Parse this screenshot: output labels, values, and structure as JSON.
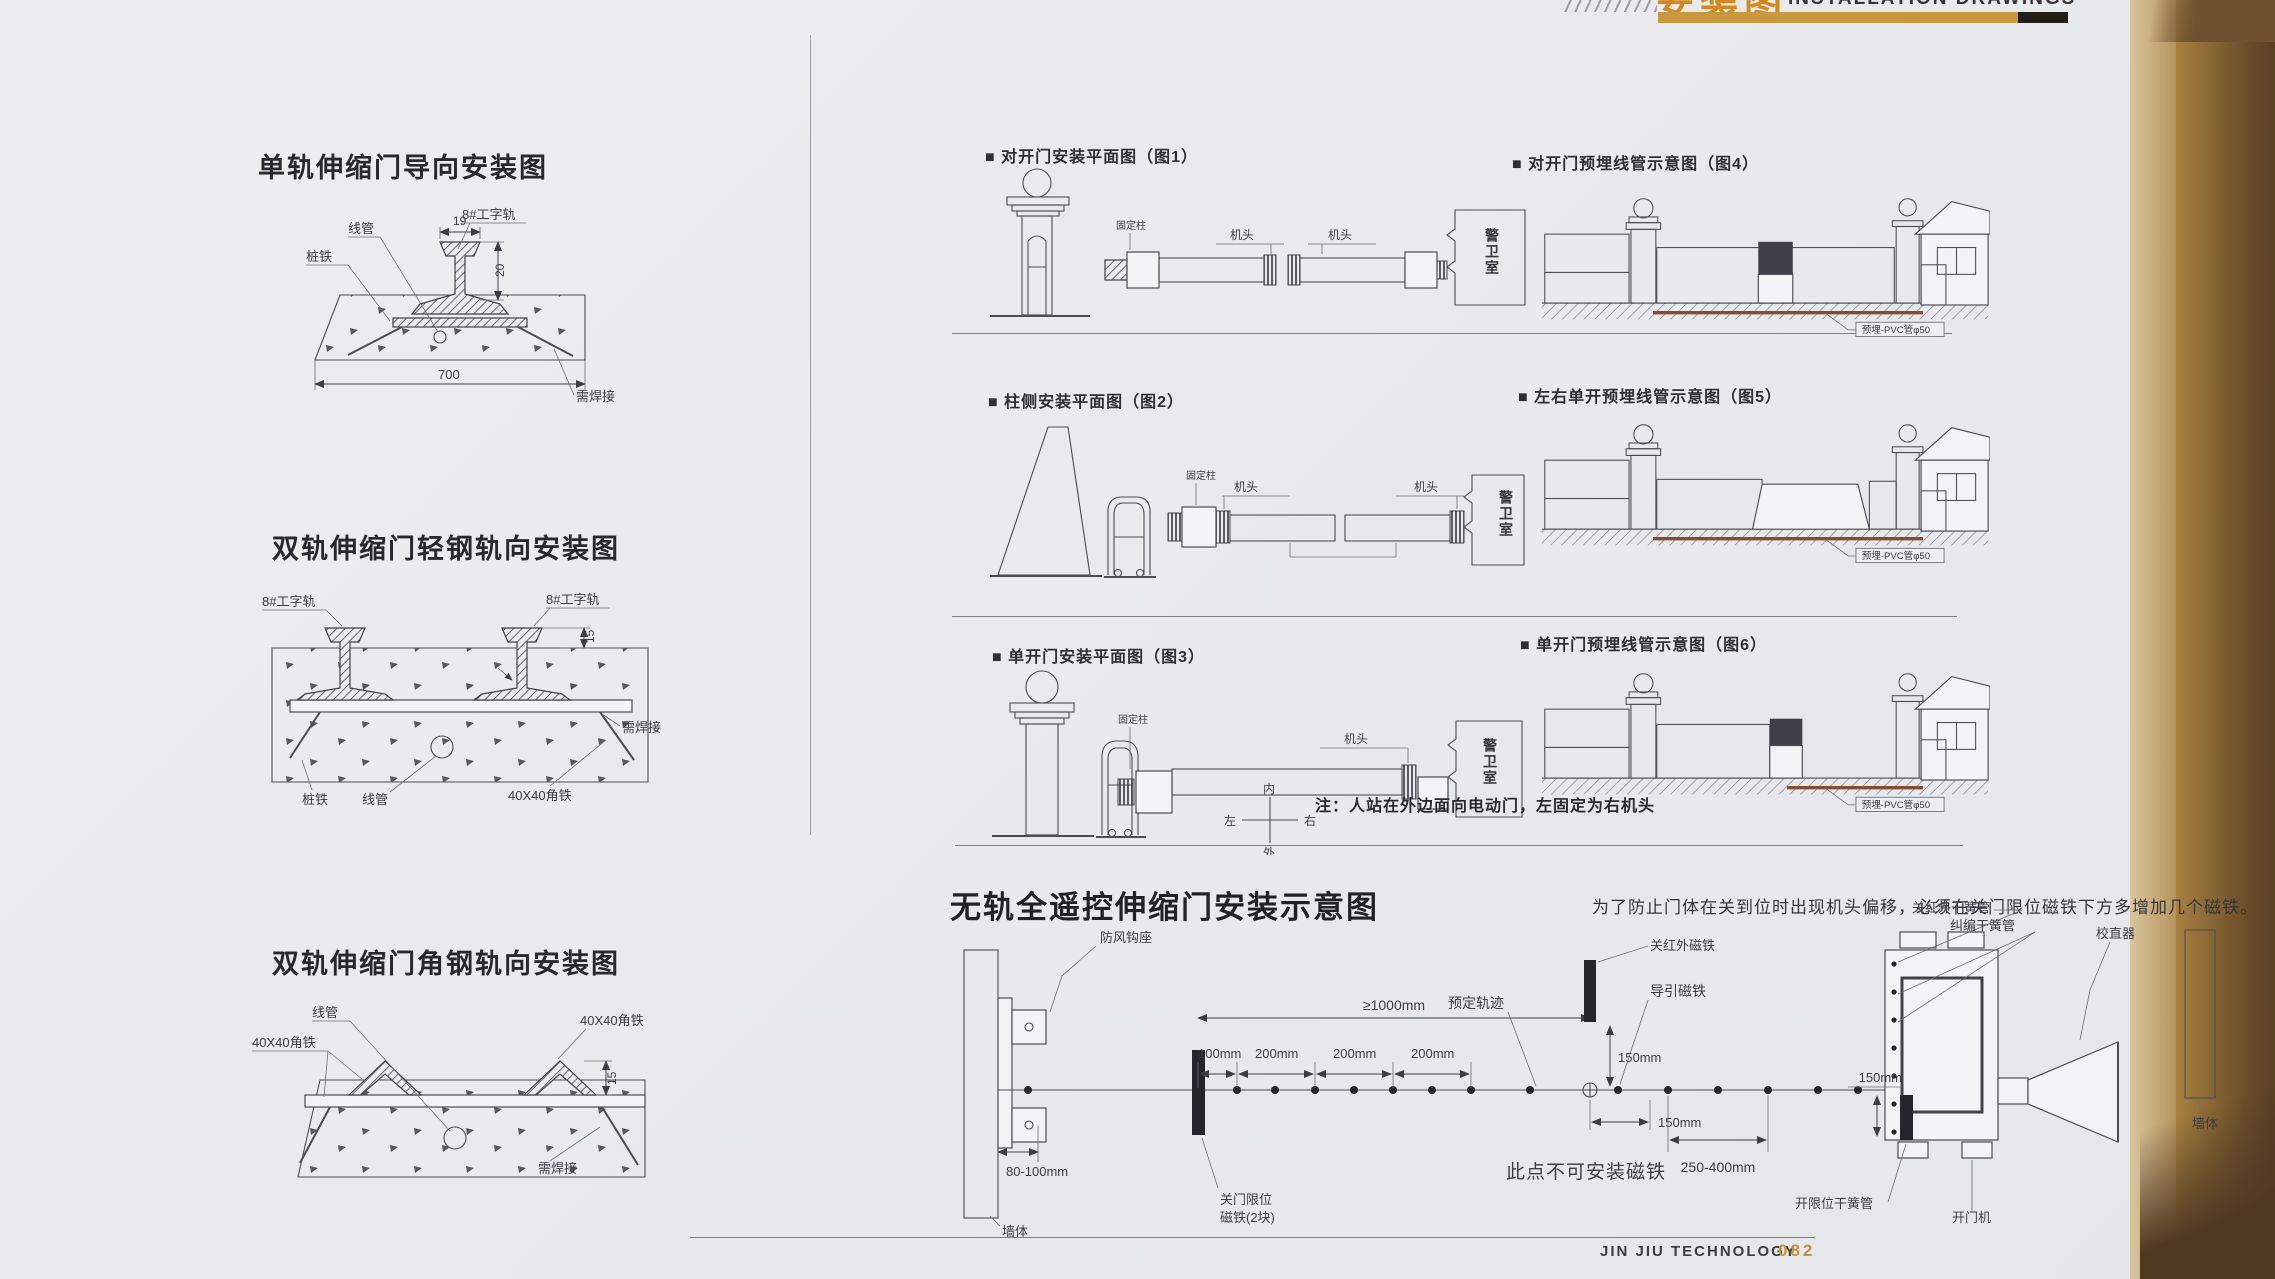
{
  "header": {
    "title_cn": "安装图",
    "title_en": "INSTALLATION DRAWINGS"
  },
  "footer": {
    "company": "JIN JIU TECHNOLOGY",
    "page_no": "082"
  },
  "left": {
    "d1": {
      "title": "单轨伸缩门导向安装图",
      "labels": {
        "conduit": "线管",
        "stake": "桩铁",
        "rail": "8#工字轨",
        "weld": "需焊接"
      },
      "dims": {
        "w": "19",
        "h": "20",
        "base": "700"
      }
    },
    "d2": {
      "title": "双轨伸缩门轻钢轨向安装图",
      "labels": {
        "rail_l": "8#工字轨",
        "rail_r": "8#工字轨",
        "weld": "需焊接",
        "stake": "桩铁",
        "conduit": "线管",
        "angle": "40X40角铁"
      },
      "dims": {
        "h": "15"
      }
    },
    "d3": {
      "title": "双轨伸缩门角钢轨向安装图",
      "labels": {
        "conduit": "线管",
        "angle_l": "40X40角铁",
        "angle_r": "40X40角铁",
        "weld": "需焊接"
      },
      "dims": {
        "h": "15"
      }
    }
  },
  "figs": {
    "fig1": {
      "title": "■ 对开门安装平面图（图1）",
      "labels": {
        "post": "固定柱",
        "head_l": "机头",
        "head_r": "机头",
        "guard": "警卫室"
      }
    },
    "fig2": {
      "title": "■ 柱侧安装平面图（图2）",
      "labels": {
        "post": "固定柱",
        "head_l": "机头",
        "head_r": "机头",
        "guard": "警卫室"
      }
    },
    "fig3": {
      "title": "■ 单开门安装平面图（图3）",
      "labels": {
        "post": "固定柱",
        "head": "机头",
        "guard": "警卫室",
        "inner": "内",
        "outer": "外",
        "left": "左",
        "right": "右"
      },
      "note": "注：人站在外边面向电动门，左固定为右机头"
    },
    "fig4": {
      "title": "■ 对开门预埋线管示意图（图4）",
      "labels": {
        "pvc": "预埋-PVC管φ50"
      }
    },
    "fig5": {
      "title": "■ 左右单开预埋线管示意图（图5）",
      "labels": {
        "pvc": "预埋-PVC管φ50"
      }
    },
    "fig6": {
      "title": "■ 单开门预埋线管示意图（图6）",
      "labels": {
        "pvc": "预埋-PVC管φ50"
      }
    }
  },
  "bottom": {
    "title": "无轨全遥控伸缩门安装示意图",
    "note": "为了防止门体在关到位时出现机头偏移，必须在关门限位磁铁下方多增加几个磁铁。",
    "labels": {
      "wall_l": "墙体",
      "wall_r": "墙体",
      "hook": "防风钩座",
      "close_ir_magnet": "关红外磁铁",
      "close_ir_reed": "关红外干簧管",
      "align": "校直器",
      "rectify_reed": "纠编干簧管",
      "track": "预定轨迹",
      "guide_magnet": "导引磁铁",
      "no_magnet": "此点不可安装磁铁",
      "close_limit_1": "关门限位",
      "close_limit_2": "磁铁(2块)",
      "open_reed": "开限位干簧管",
      "opener": "开门机"
    },
    "dims": {
      "d1000": "≥1000mm",
      "d100": "100mm",
      "d200a": "200mm",
      "d200b": "200mm",
      "d200c": "200mm",
      "d150v": "150mm",
      "d150h": "150mm",
      "d150r": "150mm",
      "d80": "80-100mm",
      "d250": "250-400mm"
    }
  }
}
